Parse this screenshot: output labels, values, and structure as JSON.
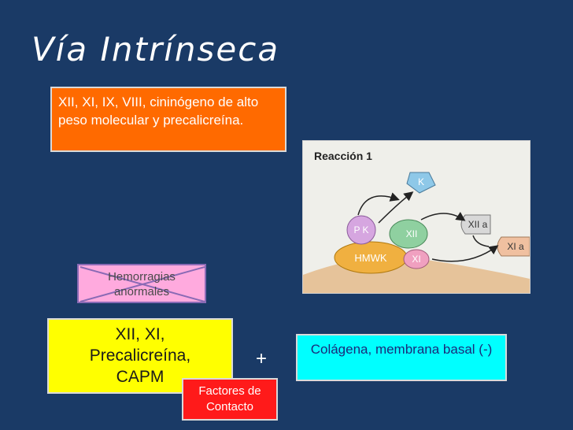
{
  "title": "Vía Intrínseca",
  "factors_box": "XII, XI, IX, VIII, cininógeno de alto peso molecular y precalicreína.",
  "hemorrhage_box": "Hemorragias anormales",
  "contact_proteins_box": "XII, XI, Precalicreína, CAPM",
  "plus_sign": "+",
  "collagen_box": "Colágena, membrana basal (-)",
  "contact_factors_box": "Factores de Contacto",
  "figure": {
    "heading": "Reacción 1",
    "labels": {
      "prek": "P K",
      "k": "K",
      "xii": "XII",
      "xii_a": "XII a",
      "hmwk": "HMWK",
      "xi": "XI",
      "xi_a": "XI a"
    },
    "colors": {
      "surface": "#e6c39a",
      "hmwk": "#f0b040",
      "prek": "#d6a6e0",
      "xii": "#8fd0a0",
      "k": "#8ec8e8",
      "xi": "#f0a0c0",
      "xii_a": "#d8d8d8",
      "xi_a": "#f0c0a0"
    }
  }
}
